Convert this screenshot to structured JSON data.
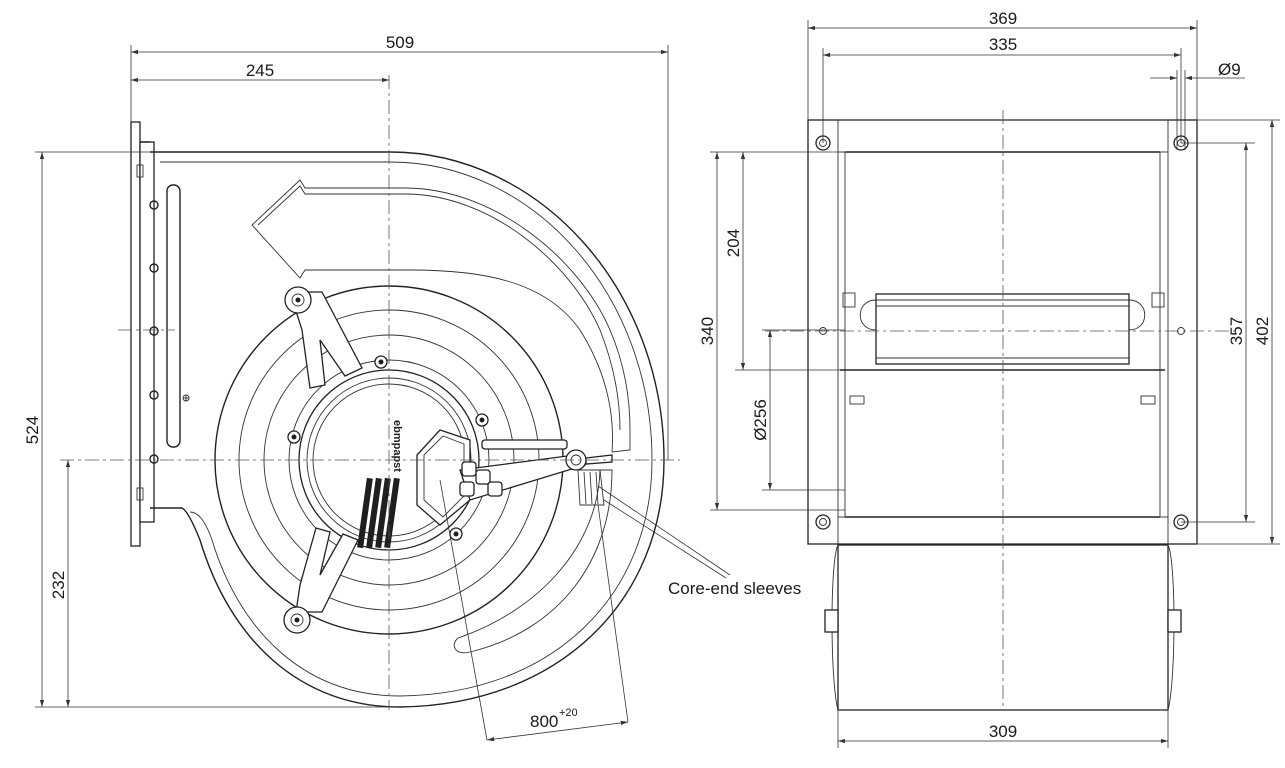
{
  "front_view": {
    "dim_width_overall": "509",
    "dim_center_offset": "245",
    "dim_height_overall": "524",
    "dim_center_height": "232",
    "dim_cable_length": "800",
    "dim_cable_tolerance": "+20",
    "note_core_end_sleeves": "Core-end sleeves",
    "brand_logo": "ebmpapst"
  },
  "side_view": {
    "dim_flange_width": "369",
    "dim_hole_spacing": "335",
    "dim_hole_diameter": "Ø9",
    "dim_motor_height": "204",
    "dim_outlet_height": "340",
    "dim_impeller_diameter": "Ø256",
    "dim_hole_spacing_vertical": "357",
    "dim_flange_height": "402",
    "dim_inlet_width": "309"
  }
}
